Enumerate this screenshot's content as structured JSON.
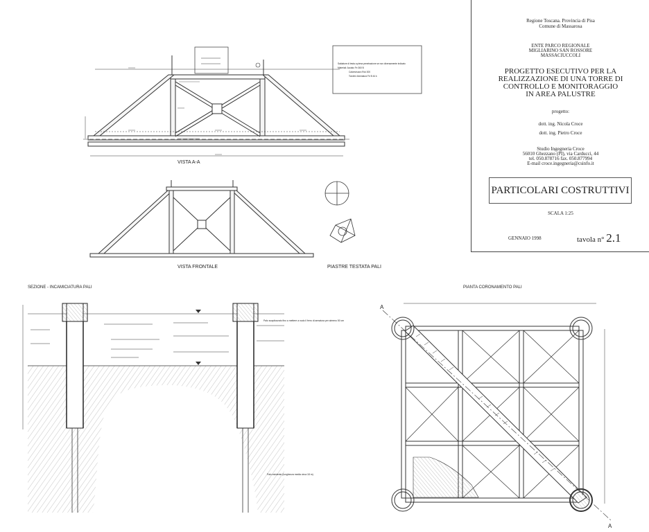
{
  "title_block": {
    "region": "Regione Toscana. Provincia di Pisa",
    "municipality": "Comune di Massarosa",
    "entity_1": "ENTE PARCO REGIONALE",
    "entity_2": "MIGLIARINO SAN ROSSORE",
    "entity_3": "MASSACIUCCOLI",
    "project_lines": [
      "PROGETTO ESECUTIVO PER LA",
      "REALIZZAZIONE DI UNA TORRE DI",
      "CONTROLLO E MONITORAGGIO",
      "IN AREA PALUSTRE"
    ],
    "progetto_label": "progetto:",
    "engineer_1": "dott. ing. Nicola Croce",
    "engineer_2": "dott. ing. Pietro Croce",
    "studio_lines": [
      "Studio Ingegneria Croce",
      "56010 Ghezzano (PI), via Carducci, 44",
      "tel. 050.878716 fax. 050.877994",
      "E-mail croce.ingegneria@csinfo.it"
    ],
    "sheet_title": "PARTICOLARI COSTRUTTIVI",
    "scale": "SCALA 1:25",
    "date": "GENNAIO 1998",
    "tavola_label": "tavola n°",
    "tavola_number": "2.1"
  },
  "drawings": {
    "vista_aa": "VISTA A-A",
    "vista_frontale": "VISTA FRONTALE",
    "piastre": "PIASTRE TESTATA PALI",
    "sezione": "SEZIONE - INCAMICIATURA PALI",
    "pianta": "PIANTA CORONAMENTO PALI",
    "section_marker": "A"
  },
  "notes": {
    "saldature_lines": [
      "Saldature di testa a piena penetrazione se non diversamente indicato",
      "Materiali: Acciaio Fe 360 B",
      "Calcestruzzo Rck 300",
      "Tondini d'armatura Fe B 44 k"
    ],
    "palo_sfalsato": "Palo scapitozzato fino a mettere a nudo il ferro di armatura per almeno 50 cm",
    "palo_esistente": "Palo esistente (lunghezza media circa 18 m)"
  }
}
